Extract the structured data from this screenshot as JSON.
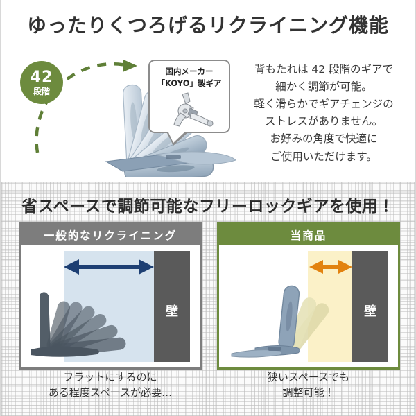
{
  "page": {
    "title": "ゆったりくつろげるリクライニング機能",
    "background_color": "#ffffff",
    "accent_green": "#6d8b3e",
    "neutral_gray": "#7d7d7d",
    "wall_gray": "#5a5a5a"
  },
  "top": {
    "badge": {
      "number": "42",
      "unit": "段階",
      "color": "#6d8b3e"
    },
    "bubble": {
      "line1": "国内メーカー",
      "line2": "「KOYO」製ギア",
      "icon": "recliner-gear-photo"
    },
    "description": {
      "line1": "背もたれは 42 段階のギアで",
      "line2": "細かく調節が可能。",
      "line3": "軽く滑らかでギアチェンジの",
      "line4": "ストレスがありません。",
      "line5": "お好みの角度で快適に",
      "line6": "ご使用いただけます。"
    },
    "arc_icon": "dashed-arc-arrow-icon",
    "chair_icon": "reclining-chair-fan-illustration"
  },
  "bottom": {
    "section_title": "省スペースで調節可能なフリーロックギアを使用！",
    "panels": [
      {
        "id": "general",
        "header": "一般的なリクライニング",
        "header_color": "#7d7d7d",
        "border_color": "#7d7d7d",
        "zone_color": "#ccdcea",
        "arrow_color": "#1d3f73",
        "arrow_label": "wide-space-arrow-icon",
        "wall_label": "壁",
        "wall_color": "#5a5a5a",
        "chair_icon": "flat-reclined-chair-silhouette",
        "caption_line1": "フラットにするのに",
        "caption_line2": "ある程度スペースが必要…"
      },
      {
        "id": "product",
        "header": "当商品",
        "header_color": "#6d8b3e",
        "border_color": "#6d8b3e",
        "zone_color": "#fbf1c8",
        "arrow_color": "#e2820f",
        "arrow_label": "narrow-space-arrow-icon",
        "wall_label": "壁",
        "wall_color": "#5a5a5a",
        "chair_icon": "upright-reclining-chair-photo",
        "caption_line1": "狭いスペースでも",
        "caption_line2": "調整可能！"
      }
    ]
  }
}
